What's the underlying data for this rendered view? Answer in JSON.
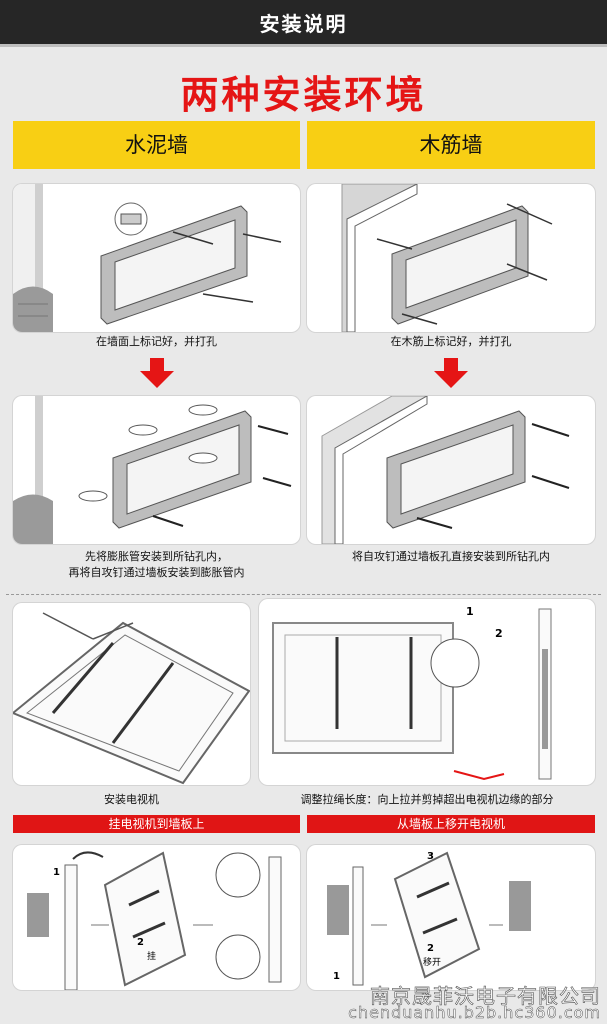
{
  "header": {
    "title": "安装说明"
  },
  "headline": "两种安装环境",
  "columns": [
    {
      "label": "水泥墙"
    },
    {
      "label": "木筋墙"
    }
  ],
  "captions": {
    "concrete_step1": "在墙面上标记好，并打孔",
    "wood_step1": "在木筋上标记好，并打孔",
    "concrete_step2_line1": "先将膨胀管安装到所钻孔内，",
    "concrete_step2_line2": "再将自攻钉通过墙板安装到膨胀管内",
    "wood_step2": "将自攻钉通过墙板孔直接安装到所钻孔内",
    "install_tv": "安装电视机",
    "adjust_cord": "调整拉绳长度：向上拉并剪掉超出电视机边缘的部分"
  },
  "red_bars": {
    "hang": "挂电视机到墙板上",
    "remove": "从墙板上移开电视机"
  },
  "step_marks": {
    "one": "1",
    "two": "2",
    "three": "3",
    "hang_word": "挂",
    "move_word": "移开"
  },
  "watermark": {
    "company": "南京晟菲沃电子有限公司",
    "url": "chenduanhu.b2b.hc360.com"
  },
  "colors": {
    "accent_red": "#e51515",
    "yellow": "#f8cf14",
    "topbar": "#262626"
  }
}
